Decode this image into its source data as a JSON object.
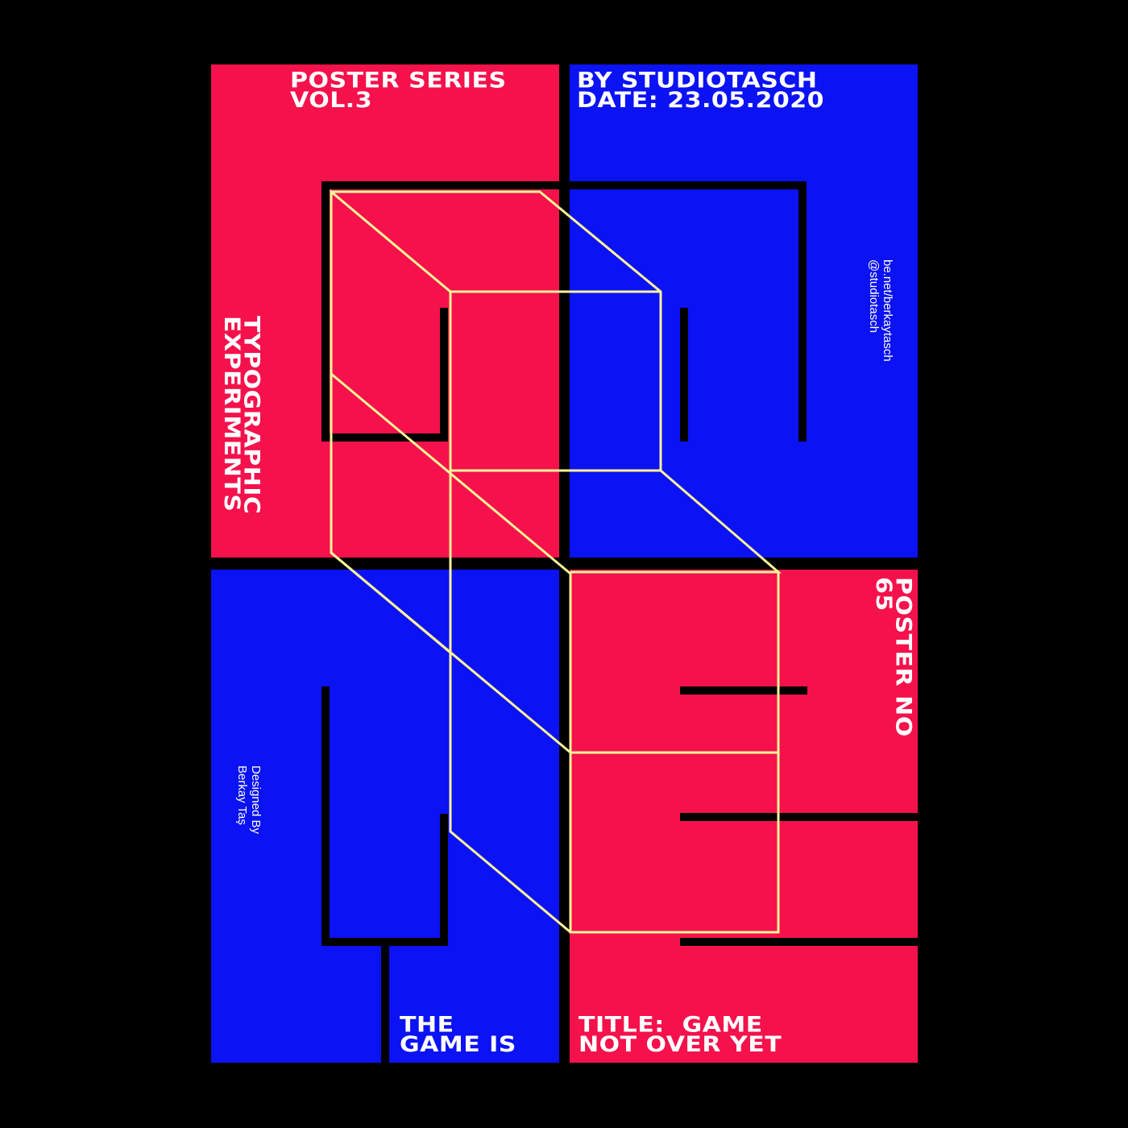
{
  "colors": {
    "background": "#000000",
    "red": "#f5114b",
    "blue": "#0b12f3",
    "outline": "#fdf59a",
    "text": "#ffffff"
  },
  "top_left": {
    "line1": "POSTER SERIES",
    "line2": "VOL.3"
  },
  "top_right": {
    "line1": "BY STUDIOTASCH",
    "line2": "DATE: 23.05.2020"
  },
  "side_left": {
    "line1": "TYPOGRAPHIC",
    "line2": "EXPERIMENTS"
  },
  "links": {
    "line1": "be.net/berkaytasch",
    "line2": "@studiotasch"
  },
  "poster_no": {
    "line1": "POSTER NO",
    "line2": "65"
  },
  "credit": {
    "line1": "Designed By",
    "line2": "Berkay Taş"
  },
  "bottom_left": {
    "line1": "THE",
    "line2": "GAME IS"
  },
  "bottom_right": {
    "line1": "TITLE:  GAME",
    "line2": "NOT OVER YET"
  }
}
